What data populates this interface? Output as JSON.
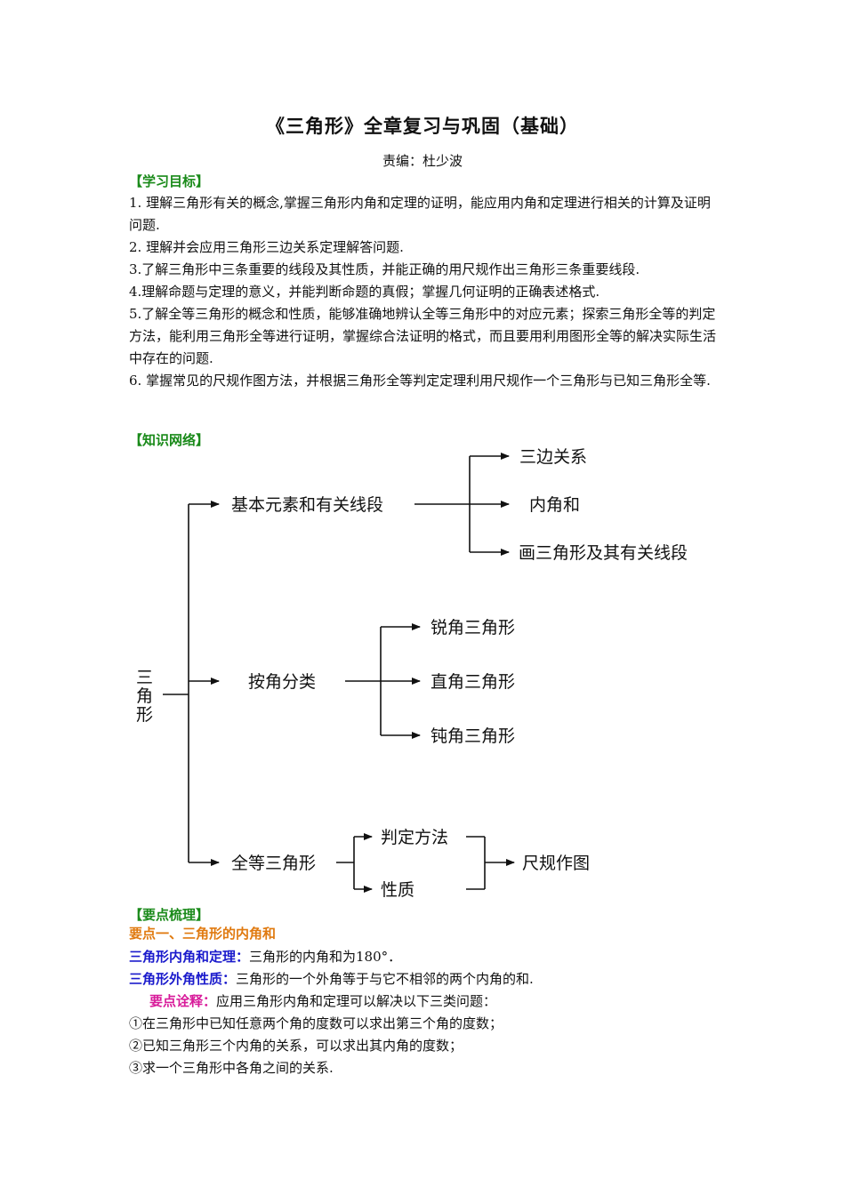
{
  "title": "《三角形》全章复习与巩固（基础）",
  "editor": "责编：杜少波",
  "objectives": {
    "heading": "【学习目标】",
    "items": [
      "1. 理解三角形有关的概念,掌握三角形内角和定理的证明，能应用内角和定理进行相关的计算及证明问题.",
      "2. 理解并会应用三角形三边关系定理解答问题.",
      "3.了解三角形中三条重要的线段及其性质，并能正确的用尺规作出三角形三条重要线段.",
      "4.理解命题与定理的意义，并能判断命题的真假；掌握几何证明的正确表述格式.",
      "5.了解全等三角形的概念和性质，能够准确地辨认全等三角形中的对应元素；探索三角形全等的判定方法，能利用三角形全等进行证明，掌握综合法证明的格式，而且要用利用图形全等的解决实际生活中存在的问题.",
      "6. 掌握常见的尺规作图方法，并根据三角形全等判定定理利用尺规作一个三角形与已知三角形全等."
    ]
  },
  "network": {
    "heading": "【知识网络】",
    "root": [
      "三",
      "角",
      "形"
    ],
    "branch1": "基本元素和有关线段",
    "branch1_children": [
      "三边关系",
      "内角和",
      "画三角形及其有关线段"
    ],
    "branch2": "按角分类",
    "branch2_children": [
      "锐角三角形",
      "直角三角形",
      "钝角三角形"
    ],
    "branch3": "全等三角形",
    "branch3_children": [
      "判定方法",
      "性质"
    ],
    "branch3_result": "尺规作图"
  },
  "keypoints": {
    "heading": "【要点梳理】",
    "point1_title": "要点一、三角形的内角和",
    "theorem_label": "三角形内角和定理：",
    "theorem_text": "三角形的内角和为180°．",
    "exterior_label": "三角形外角性质：",
    "exterior_text": "三角形的一个外角等于与它不相邻的两个内角的和.",
    "note_label": "要点诠释：",
    "note_text": "应用三角形内角和定理可以解决以下三类问题：",
    "items": [
      "①在三角形中已知任意两个角的度数可以求出第三个角的度数；",
      "②已知三角形三个内角的关系，可以求出其内角的度数；",
      "③求一个三角形中各角之间的关系."
    ]
  }
}
